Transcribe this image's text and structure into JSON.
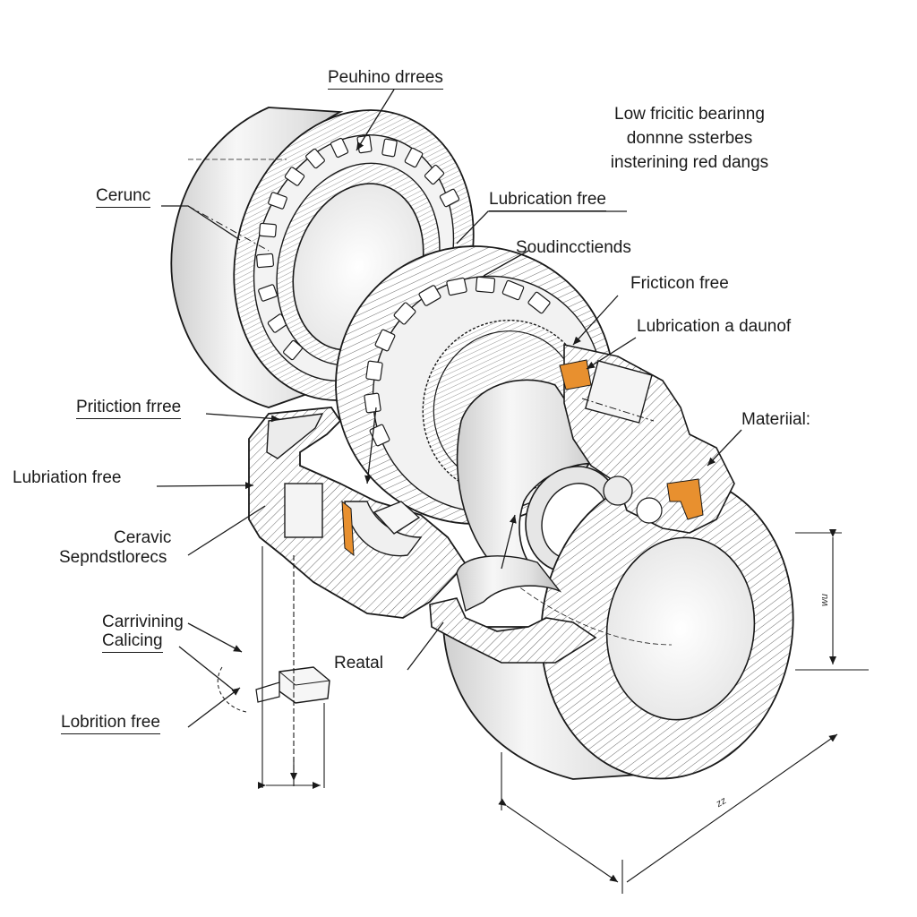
{
  "labels": {
    "top_label": "Peuhino drrees",
    "ceruno": "Cerunc",
    "lubrication_free_1": "Lubrication free",
    "soudinc": "Soudincctiends",
    "friction_free": "Fricticon free",
    "lubrication_daunof": "Lubrication a daunof",
    "material": "Materiial:",
    "prition_free": "Pritiction frree",
    "lubriation_free": "Lubriation free",
    "ceravic": "Ceravic",
    "sepndstlores": "Sepndstlorecs",
    "carrivining": "Carrivining",
    "calicing": "Calicing",
    "reatal": "Reatal",
    "lobrition_free": "Lobrition free"
  },
  "note_lines": [
    "Low fricitic bearinng",
    "donnne ssterbes",
    "insterining red dangs"
  ],
  "dimensions": {
    "right_vertical": "wu",
    "bottom_diagonal": "zz"
  },
  "colors": {
    "line": "#1a1a1a",
    "hatch": "#555555",
    "accent": "#e8902f",
    "face_light": "#f4f4f4",
    "face_mid": "#dcdcdc",
    "face_dark": "#b8b8b8"
  }
}
